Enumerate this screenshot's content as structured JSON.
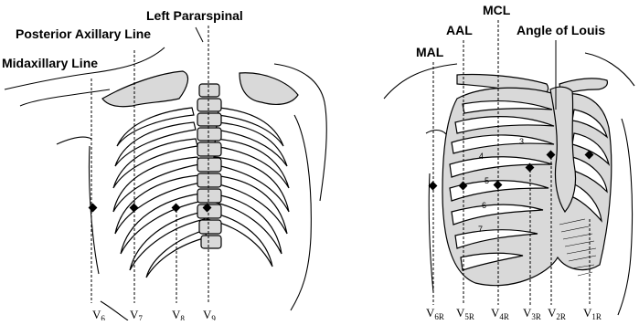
{
  "posterior": {
    "labels": {
      "midaxillary": "Midaxillary Line",
      "posterior_axillary": "Posterior Axillary Line",
      "left_paraspinal": "Left Pararspinal"
    },
    "leads": [
      {
        "main": "V",
        "sub": "6"
      },
      {
        "main": "V",
        "sub": "7"
      },
      {
        "main": "V",
        "sub": "8"
      },
      {
        "main": "V",
        "sub": "9"
      }
    ]
  },
  "anterior": {
    "labels": {
      "mal": "MAL",
      "aal": "AAL",
      "mcl": "MCL",
      "angle_of_louis": "Angle of Louis"
    },
    "rib_numbers": [
      "3",
      "4",
      "5",
      "6",
      "7"
    ],
    "leads": [
      {
        "main": "V",
        "sub": "6R"
      },
      {
        "main": "V",
        "sub": "5R"
      },
      {
        "main": "V",
        "sub": "4R"
      },
      {
        "main": "V",
        "sub": "3R"
      },
      {
        "main": "V",
        "sub": "2R"
      },
      {
        "main": "V",
        "sub": "1R"
      }
    ]
  },
  "colors": {
    "bone": "#d9d9d9",
    "line": "#000000",
    "background": "#ffffff"
  }
}
